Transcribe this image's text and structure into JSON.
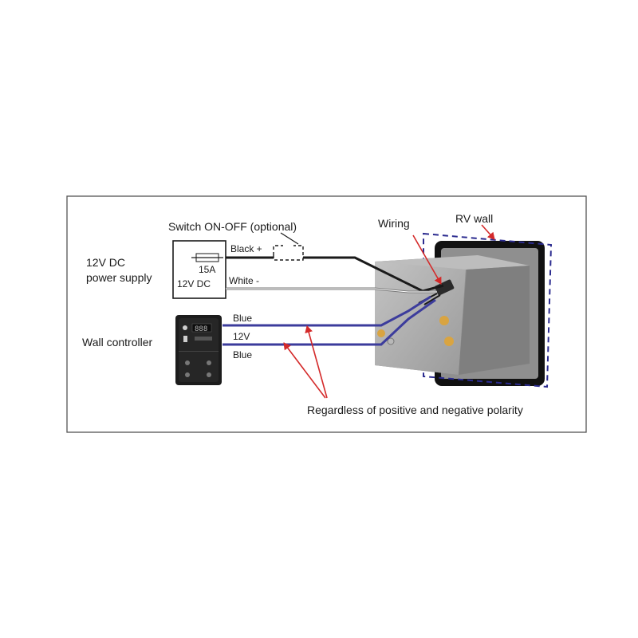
{
  "labels": {
    "switch_title": "Switch ON-OFF (optional)",
    "wiring": "Wiring",
    "rv_wall": "RV wall",
    "power_supply_line1": "12V DC",
    "power_supply_line2": "power supply",
    "fuse_rating": "15A",
    "psu_voltage": "12V DC",
    "black_wire": "Black +",
    "white_wire": "White -",
    "wall_controller": "Wall controller",
    "blue_wire_top": "Blue",
    "wire_12v": "12V",
    "blue_wire_bottom": "Blue",
    "polarity_note": "Regardless of positive and negative polarity"
  },
  "colors": {
    "frame": "#555555",
    "blue_wire": "#3c3c9c",
    "arrow_red": "#d42a2a",
    "rv_wall_dash": "#2b2b8f",
    "heater_body": "#a8a8a8",
    "controller": "#1c1c1c"
  }
}
